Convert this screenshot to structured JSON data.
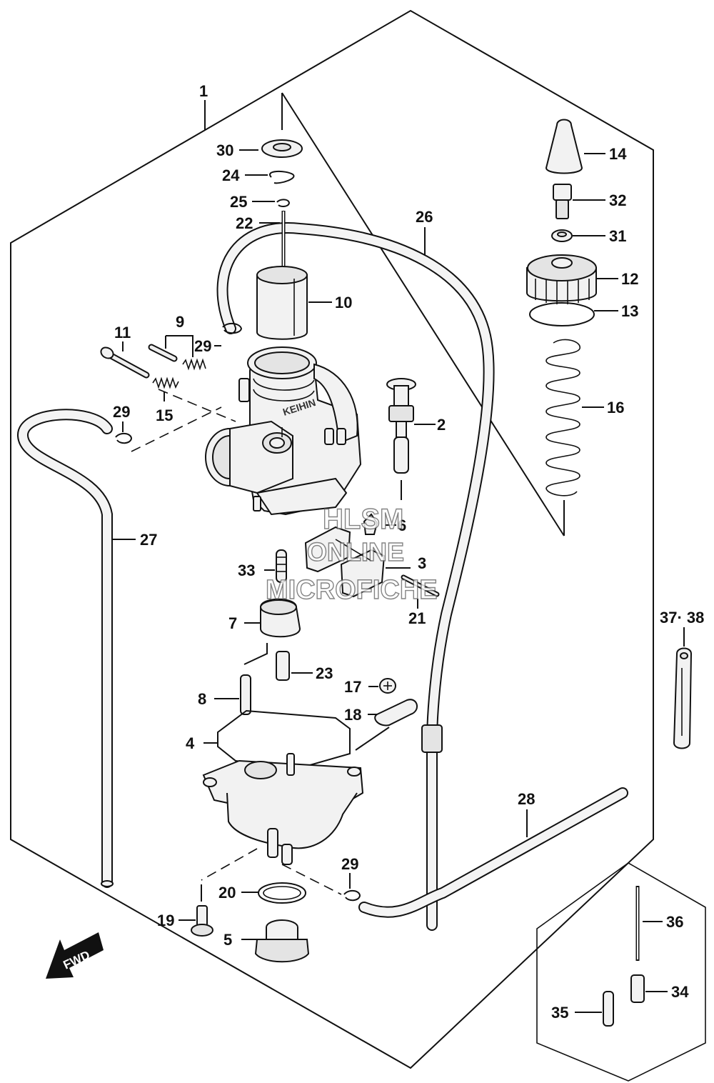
{
  "callouts": {
    "c1": "1",
    "c2": "2",
    "c3": "3",
    "c4": "4",
    "c5": "5",
    "c6": "6",
    "c7": "7",
    "c8": "8",
    "c9": "9",
    "c10": "10",
    "c11": "11",
    "c12": "12",
    "c13": "13",
    "c14": "14",
    "c15": "15",
    "c16": "16",
    "c17": "17",
    "c18": "18",
    "c19": "19",
    "c20": "20",
    "c21": "21",
    "c22": "22",
    "c23": "23",
    "c24": "24",
    "c25": "25",
    "c26": "26",
    "c27": "27",
    "c28": "28",
    "c29a": "29",
    "c29b": "29",
    "c29c": "29",
    "c30": "30",
    "c31": "31",
    "c32": "32",
    "c33": "33",
    "c34": "34",
    "c35": "35",
    "c36": "36",
    "c3738": "37· 38"
  },
  "body_brand": "KEIHIN",
  "fwd_badge": "FWD",
  "watermark": {
    "line1": "HLSM",
    "line2": "ONLINE",
    "line3": "MICROFICHE"
  }
}
